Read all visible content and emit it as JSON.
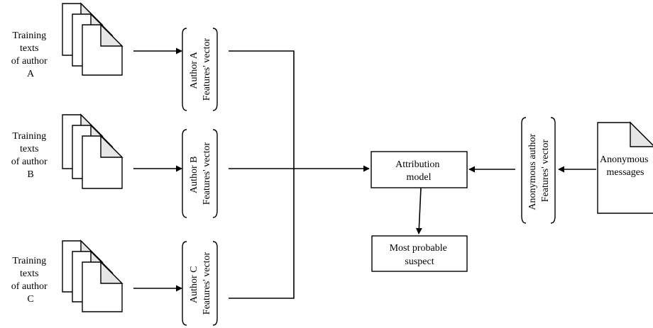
{
  "authors": [
    {
      "training_label_lines": [
        "Training",
        "texts",
        "of author",
        "A"
      ],
      "vector_label_lines": [
        "Author A",
        "Features' vector"
      ]
    },
    {
      "training_label_lines": [
        "Training",
        "texts",
        "of author",
        "B"
      ],
      "vector_label_lines": [
        "Author B",
        "Features' vector"
      ]
    },
    {
      "training_label_lines": [
        "Training",
        "texts",
        "of author",
        "C"
      ],
      "vector_label_lines": [
        "Author C",
        "Features' vector"
      ]
    }
  ],
  "attribution_model": {
    "label_lines": [
      "Attribution",
      "model"
    ]
  },
  "suspect": {
    "label_lines": [
      "Most probable",
      "suspect"
    ]
  },
  "anonymous_vector": {
    "label_lines": [
      "Anonymous author",
      "Features' vector"
    ]
  },
  "anonymous_messages": {
    "label_lines": [
      "Anonymous",
      "messages"
    ]
  }
}
